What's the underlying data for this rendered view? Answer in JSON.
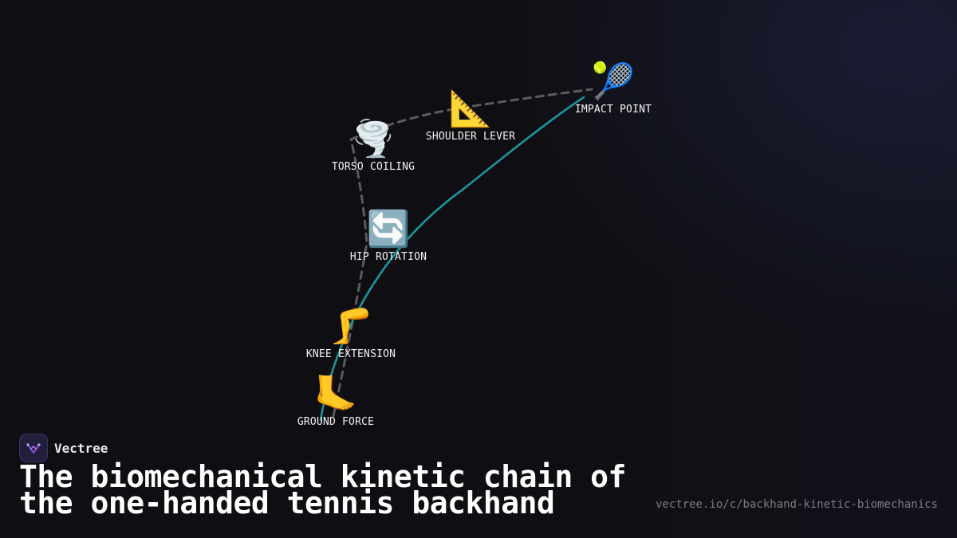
{
  "brand": {
    "name": "Vectree"
  },
  "title": {
    "line1": "The biomechanical kinetic chain of",
    "line2": "the one-handed tennis backhand"
  },
  "url": "vectree.io/c/backhand-kinetic-biomechanics",
  "colors": {
    "background": "#0f0f13",
    "chain_line": "#1a9aa0",
    "dashed_link": "#5a5a5f",
    "logo_accent": "#8a4fd8"
  },
  "nodes": [
    {
      "id": "ground",
      "label": "GROUND FORCE",
      "icon": "🦶",
      "icon_name": "foot-icon"
    },
    {
      "id": "knee",
      "label": "KNEE EXTENSION",
      "icon": "🦵",
      "icon_name": "leg-icon"
    },
    {
      "id": "hip",
      "label": "HIP ROTATION",
      "icon": "🔄",
      "icon_name": "rotation-arrows-icon"
    },
    {
      "id": "torso",
      "label": "TORSO COILING",
      "icon": "🌪️",
      "icon_name": "tornado-icon"
    },
    {
      "id": "shoulder",
      "label": "SHOULDER LEVER",
      "icon": "📐",
      "icon_name": "triangle-ruler-icon"
    },
    {
      "id": "impact",
      "label": "IMPACT POINT",
      "icon": "🎾",
      "icon_name": "tennis-racket-icon"
    }
  ]
}
